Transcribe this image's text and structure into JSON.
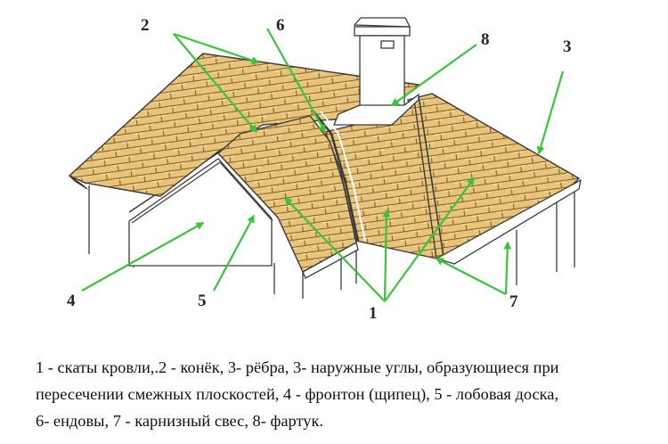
{
  "diagram": {
    "labels": {
      "n1": "1",
      "n2": "2",
      "n3": "3",
      "n4": "4",
      "n5": "5",
      "n6": "6",
      "n7": "7",
      "n8": "8"
    },
    "colors": {
      "shingle": "#E6C57A",
      "shingle_line": "#8A5A2E",
      "arrow": "#3AC43A",
      "outline": "#3a3a3a"
    }
  },
  "caption": {
    "line1": "1 - скаты кровли,.2 - конёк, 3- рёбра, 3- наружные углы, образующиеся при",
    "line2": "пересечении смежных плоскостей, 4 - фронтон (щипец), 5 - лобовая доска,",
    "line3": "6- ендовы, 7 - карнизный свес, 8- фартук."
  }
}
